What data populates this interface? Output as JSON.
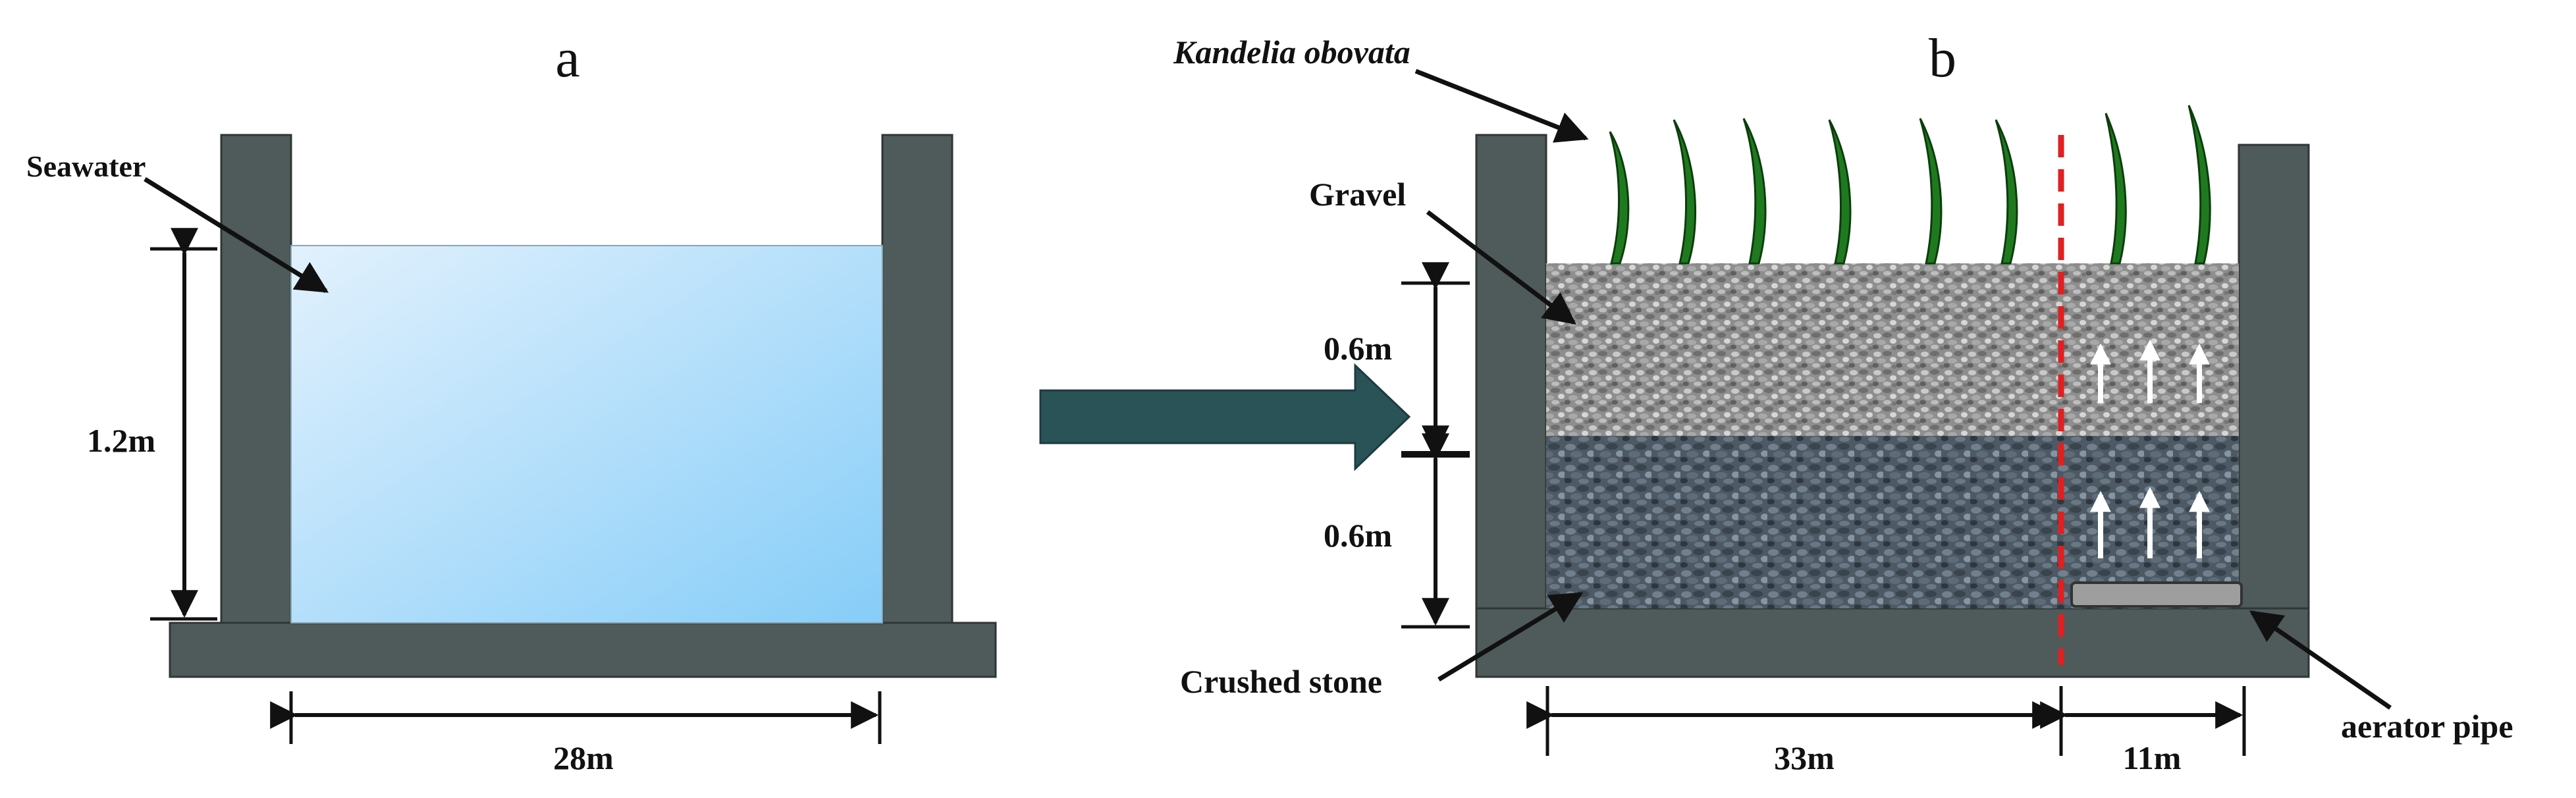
{
  "panel_a": {
    "letter": "a",
    "label_seawater": "Seawater",
    "height_label": "1.2m",
    "width_label": "28m"
  },
  "panel_b": {
    "letter": "b",
    "label_plant": "Kandelia obovata",
    "label_gravel": "Gravel",
    "label_crushed": "Crushed stone",
    "label_aerator": "aerator pipe",
    "upper_depth": "0.6m",
    "lower_depth": "0.6m",
    "width_left": "33m",
    "width_right": "11m"
  },
  "colors": {
    "wall": "#4f5a5a",
    "water_light": "#e2f1fd",
    "water_dark": "#86cdf8",
    "arrow": "#2a5357",
    "gravel": "#8f8f8f",
    "crushed": "#5a6670",
    "leaf": "#1f7a1f",
    "dashed": "#e02020"
  },
  "icons": [
    "right-arrow-icon",
    "up-arrow-icon",
    "leaf-icon"
  ]
}
